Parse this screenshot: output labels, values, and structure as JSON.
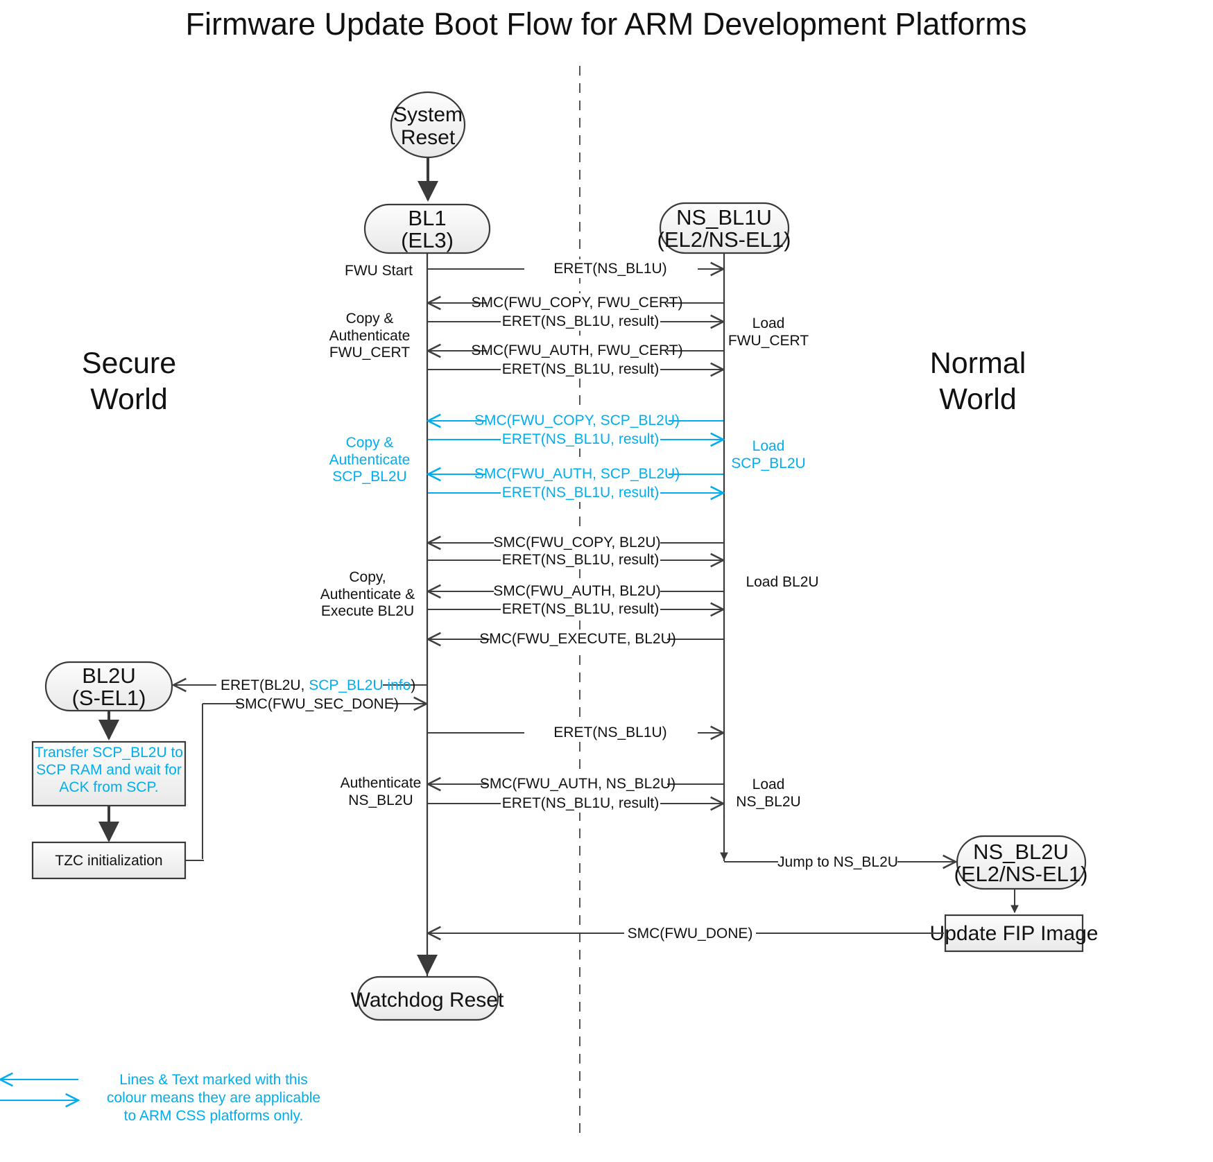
{
  "title": "Firmware Update Boot Flow for ARM Development Platforms",
  "colors": {
    "css_accent": "#00AEEF",
    "line": "#3f3f3f",
    "node_fill_top": "#fcfcfc",
    "node_fill_bottom": "#eeeeee"
  },
  "worlds": {
    "secure_line1": "Secure",
    "secure_line2": "World",
    "normal_line1": "Normal",
    "normal_line2": "World"
  },
  "nodes": {
    "system_reset_l1": "System",
    "system_reset_l2": "Reset",
    "bl1_l1": "BL1",
    "bl1_l2": "(EL3)",
    "ns_bl1u_l1": "NS_BL1U",
    "ns_bl1u_l2": "(EL2/NS-EL1)",
    "bl2u_l1": "BL2U",
    "bl2u_l2": "(S-EL1)",
    "ns_bl2u_l1": "NS_BL2U",
    "ns_bl2u_l2": "(EL2/NS-EL1)",
    "watchdog_reset": "Watchdog Reset",
    "update_fip_image": "Update FIP Image",
    "tzc_init": "TZC initialization",
    "transfer_box_l1": "Transfer SCP_BL2U to",
    "transfer_box_l2": "SCP RAM and wait for",
    "transfer_box_l3": "ACK from SCP."
  },
  "messages": [
    {
      "id": "m1",
      "text": "ERET(NS_BL1U)",
      "dir": "right",
      "css": false
    },
    {
      "id": "m2",
      "text": "SMC(FWU_COPY, FWU_CERT)",
      "dir": "left",
      "css": false
    },
    {
      "id": "m3",
      "text": "ERET(NS_BL1U, result)",
      "dir": "right",
      "css": false
    },
    {
      "id": "m4",
      "text": "SMC(FWU_AUTH, FWU_CERT)",
      "dir": "left",
      "css": false
    },
    {
      "id": "m5",
      "text": "ERET(NS_BL1U, result)",
      "dir": "right",
      "css": false
    },
    {
      "id": "m6",
      "text": "SMC(FWU_COPY, SCP_BL2U)",
      "dir": "left",
      "css": true
    },
    {
      "id": "m7",
      "text": "ERET(NS_BL1U, result)",
      "dir": "right",
      "css": true
    },
    {
      "id": "m8",
      "text": "SMC(FWU_AUTH, SCP_BL2U)",
      "dir": "left",
      "css": true
    },
    {
      "id": "m9",
      "text": "ERET(NS_BL1U, result)",
      "dir": "right",
      "css": true
    },
    {
      "id": "m10",
      "text": "SMC(FWU_COPY, BL2U)",
      "dir": "left",
      "css": false
    },
    {
      "id": "m11",
      "text": "ERET(NS_BL1U, result)",
      "dir": "right",
      "css": false
    },
    {
      "id": "m12",
      "text": "SMC(FWU_AUTH, BL2U)",
      "dir": "left",
      "css": false
    },
    {
      "id": "m13",
      "text": "ERET(NS_BL1U, result)",
      "dir": "right",
      "css": false
    },
    {
      "id": "m14",
      "text": "SMC(FWU_EXECUTE, BL2U)",
      "dir": "left",
      "css": false
    },
    {
      "id": "m15",
      "text": "ERET(NS_BL1U)",
      "dir": "right",
      "css": false
    },
    {
      "id": "m16",
      "text": "SMC(FWU_AUTH, NS_BL2U)",
      "dir": "left",
      "css": false
    },
    {
      "id": "m17",
      "text": "ERET(NS_BL1U, result)",
      "dir": "right",
      "css": false
    }
  ],
  "bl2u_messages": {
    "eret_prefix": "ERET(BL2U, ",
    "eret_css_part": "SCP_BL2U info",
    "eret_suffix": ")",
    "sec_done": "SMC(FWU_SEC_DONE)"
  },
  "tail_messages": {
    "jump_to_ns_bl2u": "Jump to NS_BL2U",
    "fwu_done": "SMC(FWU_DONE)"
  },
  "left_annotations": [
    {
      "id": "a1",
      "lines": [
        "FWU Start"
      ],
      "css": false
    },
    {
      "id": "a2",
      "lines": [
        "Copy &",
        "Authenticate",
        "FWU_CERT"
      ],
      "css": false
    },
    {
      "id": "a3",
      "lines": [
        "Copy &",
        "Authenticate",
        "SCP_BL2U"
      ],
      "css": true
    },
    {
      "id": "a4",
      "lines": [
        "Copy,",
        "Authenticate &",
        "Execute BL2U"
      ],
      "css": false
    },
    {
      "id": "a5",
      "lines": [
        "Authenticate",
        "NS_BL2U"
      ],
      "css": false
    }
  ],
  "right_annotations": [
    {
      "id": "r1",
      "lines": [
        "Load",
        "FWU_CERT"
      ],
      "css": false
    },
    {
      "id": "r2",
      "lines": [
        "Load",
        "SCP_BL2U"
      ],
      "css": true
    },
    {
      "id": "r3",
      "lines": [
        "Load BL2U"
      ],
      "css": false
    },
    {
      "id": "r4",
      "lines": [
        "Load",
        "NS_BL2U"
      ],
      "css": false
    }
  ],
  "legend": {
    "line1": "Lines & Text marked with this",
    "line2": "colour means they are applicable",
    "line3": "to ARM CSS platforms only."
  }
}
